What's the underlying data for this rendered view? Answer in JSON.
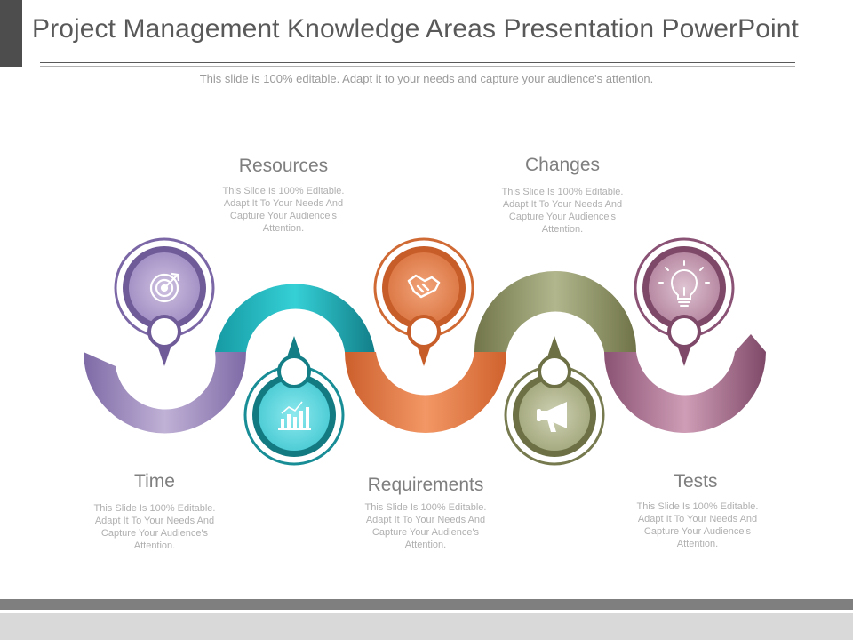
{
  "slide": {
    "title": "Project Management Knowledge Areas Presentation PowerPoint",
    "subtitle": "This slide is 100% editable. Adapt it to your needs and capture your audience's attention."
  },
  "steps": [
    {
      "label": "Time",
      "description": "This Slide Is 100% Editable. Adapt It To Your Needs And Capture Your Audience's Attention.",
      "icon": "target-icon",
      "color": "#8e7bb3"
    },
    {
      "label": "Resources",
      "description": "This Slide Is 100% Editable. Adapt It To Your Needs And Capture Your Audience's Attention.",
      "icon": "bar-chart-icon",
      "color": "#1fa8b0"
    },
    {
      "label": "Requirements",
      "description": "This Slide Is 100% Editable. Adapt It To Your Needs And Capture Your Audience's Attention.",
      "icon": "handshake-icon",
      "color": "#e07a45"
    },
    {
      "label": "Changes",
      "description": "This Slide Is 100% Editable. Adapt It To Your Needs And Capture Your Audience's Attention.",
      "icon": "megaphone-icon",
      "color": "#8a8f5c"
    },
    {
      "label": "Tests",
      "description": "This Slide Is 100% Editable. Adapt It To Your Needs And Capture Your Audience's Attention.",
      "icon": "lightbulb-icon",
      "color": "#96607f"
    }
  ]
}
